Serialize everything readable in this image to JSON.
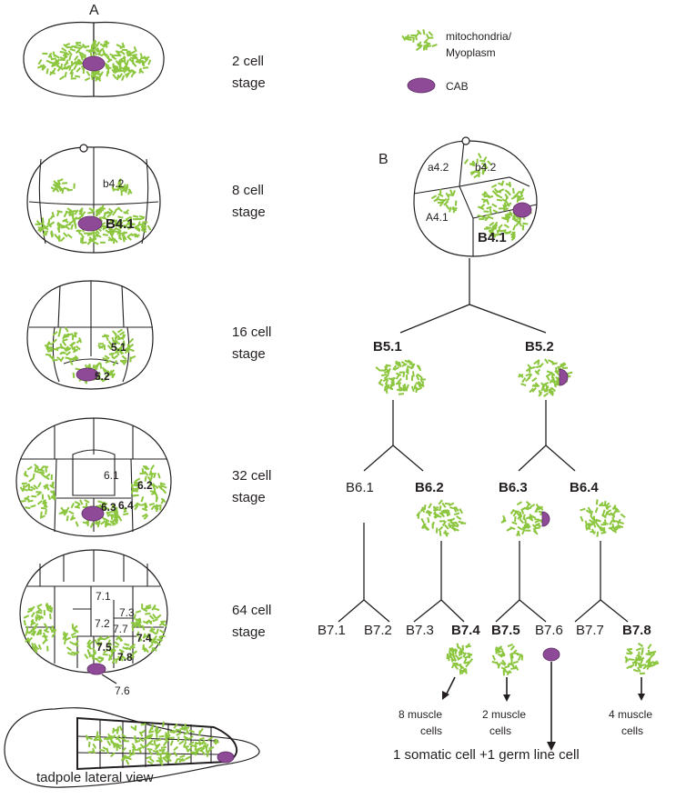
{
  "panels": {
    "a": "A",
    "b": "B"
  },
  "legend": {
    "mito": "mitochondria/",
    "myo": "Myoplasm",
    "cab": "CAB"
  },
  "stages": [
    {
      "n": "2 cell",
      "s": "stage"
    },
    {
      "n": "8 cell",
      "s": "stage"
    },
    {
      "n": "16 cell",
      "s": "stage"
    },
    {
      "n": "32 cell",
      "s": "stage"
    },
    {
      "n": "64 cell",
      "s": "stage"
    }
  ],
  "embryo_labels": {
    "e8": {
      "b42": "b4.2",
      "b41": "B4.1"
    },
    "e16": {
      "c51": "5.1",
      "c52": "5.2"
    },
    "e32": {
      "c61": "6.1",
      "c62": "6.2",
      "c63": "6.3",
      "c64": "6.4"
    },
    "e64": {
      "c71": "7.1",
      "c72": "7.2",
      "c73": "7.3",
      "c77": "7.7",
      "c75": "7.5",
      "c74": "7.4",
      "c78": "7.8",
      "c76": "7.6"
    }
  },
  "tadpole": "tadpole lateral view",
  "lineage": {
    "top": {
      "a42": "a4.2",
      "b42": "b4.2",
      "a41": "A4.1",
      "b41": "B4.1"
    },
    "gen5": [
      "B5.1",
      "B5.2"
    ],
    "gen6": [
      "B6.1",
      "B6.2",
      "B6.3",
      "B6.4"
    ],
    "gen7": [
      "B7.1",
      "B7.2",
      "B7.3",
      "B7.4",
      "B7.5",
      "B7.6",
      "B7.7",
      "B7.8"
    ],
    "fates": {
      "f74": [
        "8 muscle",
        "cells"
      ],
      "f75": [
        "2 muscle",
        "cells"
      ],
      "f76": "1 somatic cell +1 germ line cell",
      "f78": [
        "4 muscle",
        "cells"
      ]
    }
  },
  "colors": {
    "myoplasm": "#8cc63f",
    "cab": "#8e4a96",
    "line": "#231f20"
  }
}
